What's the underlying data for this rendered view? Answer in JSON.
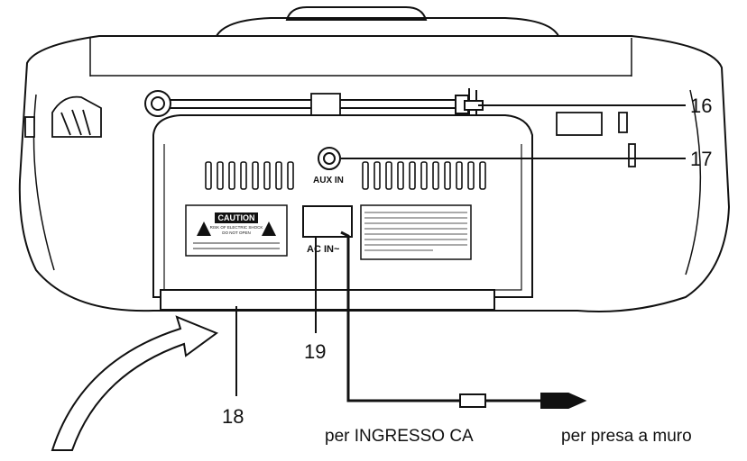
{
  "callouts": {
    "c16": "16",
    "c17": "17",
    "c18": "18",
    "c19": "19"
  },
  "labels": {
    "aux_in": "AUX IN",
    "ac_in": "AC IN~",
    "caution_title": "CAUTION",
    "caution_line1": "RISK OF ELECTRIC SHOCK",
    "caution_line2": "DO NOT OPEN"
  },
  "captions": {
    "ac_input": "per INGRESSO CA",
    "wall_outlet": "per presa a muro"
  }
}
